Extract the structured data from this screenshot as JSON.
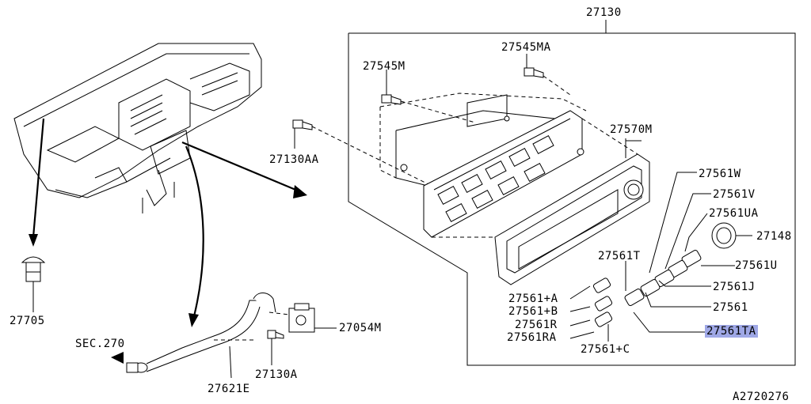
{
  "labels": {
    "l27130": "27130",
    "l27545m": "27545M",
    "l27545ma": "27545MA",
    "l27130aa": "27130AA",
    "l27570m": "27570M",
    "l27561w": "27561W",
    "l27561v": "27561V",
    "l27561ua": "27561UA",
    "l27148": "27148",
    "l27561u": "27561U",
    "l27561j": "27561J",
    "l27561t": "27561T",
    "l27561": "27561",
    "l27561ta": "27561TA",
    "l27561pa": "27561+A",
    "l27561pb": "27561+B",
    "l27561r": "27561R",
    "l27561ra": "27561RA",
    "l27561pc": "27561+C",
    "l27705": "27705",
    "lsec270": "SEC.270",
    "l27054m": "27054M",
    "l27130a": "27130A",
    "l27621e": "27621E",
    "lcode": "A2720276"
  }
}
